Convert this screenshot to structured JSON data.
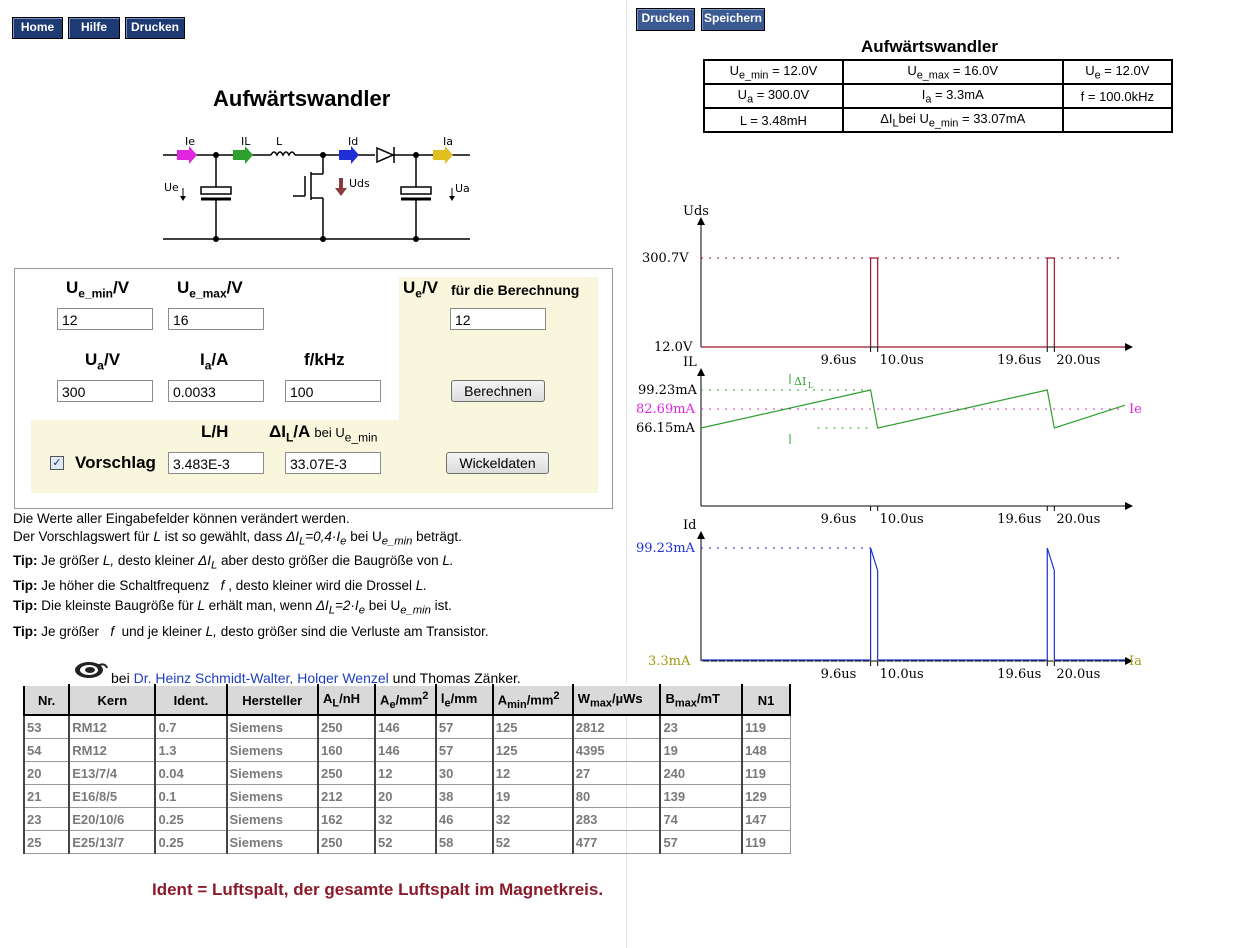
{
  "nav": {
    "home": "Home",
    "hilfe": "Hilfe",
    "drucken": "Drucken"
  },
  "nav_right": {
    "drucken": "Drucken",
    "speichern": "Speichern"
  },
  "title": "Aufwärtswandler",
  "circuit": {
    "ie": "Ie",
    "il": "IL",
    "l": "L",
    "id": "Id",
    "ia": "Ia",
    "ue": "Ue",
    "uds": "Uds",
    "ua": "Ua"
  },
  "form": {
    "ue_min_label": "U",
    "ue_min_sub": "e_min",
    "ue_min_unit": "/V",
    "ue_min_value": "12",
    "ue_max_label": "U",
    "ue_max_sub": "e_max",
    "ue_max_unit": "/V",
    "ue_max_value": "16",
    "ue_label": "U",
    "ue_sub": "e",
    "ue_unit": "/V",
    "ue_note": "für die Berechnung",
    "ue_value": "12",
    "ua_label": "U",
    "ua_sub": "a",
    "ua_unit": "/V",
    "ua_value": "300",
    "ia_label": "I",
    "ia_sub": "a",
    "ia_unit": "/A",
    "ia_value": "0.0033",
    "f_label": "f/kHz",
    "f_value": "100",
    "berechnen": "Berechnen",
    "lh_label": "L/H",
    "dil_label": "ΔI",
    "dil_sub": "L",
    "dil_unit": "/A",
    "dil_bei": "bei U",
    "dil_bei_sub": "e_min",
    "vorschlag": "Vorschlag",
    "vorschlag_checked": true,
    "l_value": "3.483E-3",
    "dil_value": "33.07E-3",
    "wickeldaten": "Wickeldaten"
  },
  "info": {
    "line1": "Die Werte aller Eingabefelder können verändert werden.",
    "line2a": "Der Vorschlagswert für",
    "line2b": "L",
    "line2c": "ist so gewählt, dass",
    "line2d": "ΔI",
    "line2e": "L",
    "line2f": "=0,4·I",
    "line2g": "e",
    "line2h": "bei U",
    "line2i": "e_min",
    "line2j": "beträgt.",
    "tip": "Tip:",
    "tip1a": "Je größer",
    "tip1b": "L,",
    "tip1c": "desto kleiner",
    "tip1d": "ΔI",
    "tip1e": "L",
    "tip1f": "aber desto größer die Baugröße von",
    "tip1g": "L.",
    "tip2a": "Je höher die Schaltfrequenz",
    "tip2b": "f",
    "tip2c": ", desto kleiner wird die Drossel",
    "tip2d": "L.",
    "tip3a": "Die kleinste Baugröße für",
    "tip3b": "L",
    "tip3c": "erhält man, wenn",
    "tip3d": "ΔI",
    "tip3e": "L",
    "tip3f": "=2·I",
    "tip3g": "e",
    "tip3h": "bei U",
    "tip3i": "e_min",
    "tip3j": "ist.",
    "tip4a": "Je größer",
    "tip4b": "f",
    "tip4c": "und je kleiner",
    "tip4d": "L,",
    "tip4e": "desto größer sind die Verluste am Transistor."
  },
  "credits": {
    "bei": "bei",
    "authors": "Dr. Heinz Schmidt-Walter, Holger Wenzel",
    "und": "und Thomas Zänker."
  },
  "table": {
    "headers": [
      "Nr.",
      "Kern",
      "Ident.",
      "Hersteller",
      "A",
      "A",
      "l",
      "A",
      "W",
      "B",
      "N1"
    ],
    "header_subs": [
      "",
      "",
      "",
      "",
      "L",
      "e",
      "e",
      "min",
      "max",
      "max",
      ""
    ],
    "header_units": [
      "",
      "",
      "",
      "",
      "/nH",
      "/mm",
      "/mm",
      "/mm",
      "/µWs",
      "/mT",
      ""
    ],
    "header_sups": [
      "",
      "",
      "",
      "",
      "",
      "2",
      "",
      "2",
      "",
      "",
      ""
    ],
    "rows": [
      [
        "53",
        "RM12",
        "0.7",
        "Siemens",
        "250",
        "146",
        "57",
        "125",
        "2812",
        "23",
        "119"
      ],
      [
        "54",
        "RM12",
        "1.3",
        "Siemens",
        "160",
        "146",
        "57",
        "125",
        "4395",
        "19",
        "148"
      ],
      [
        "20",
        "E13/7/4",
        "0.04",
        "Siemens",
        "250",
        "12",
        "30",
        "12",
        "27",
        "240",
        "119"
      ],
      [
        "21",
        "E16/8/5",
        "0.1",
        "Siemens",
        "212",
        "20",
        "38",
        "19",
        "80",
        "139",
        "129"
      ],
      [
        "23",
        "E20/10/6",
        "0.25",
        "Siemens",
        "162",
        "32",
        "46",
        "32",
        "283",
        "74",
        "147"
      ],
      [
        "25",
        "E25/13/7",
        "0.25",
        "Siemens",
        "250",
        "52",
        "58",
        "52",
        "477",
        "57",
        "119"
      ]
    ]
  },
  "footnote": "Ident = Luftspalt, der gesamte Luftspalt im Magnetkreis.",
  "result": {
    "title": "Aufwärtswandler",
    "cells": [
      [
        "U|e_min| = 12.0V",
        "U|e_max| = 16.0V",
        "U|e| = 12.0V"
      ],
      [
        "U|a| = 300.0V",
        "I|a| = 3.3mA",
        "f = 100.0kHz"
      ],
      [
        "L = 3.48mH",
        "ΔI|L|bei U|e_min| = 33.07mA",
        ""
      ]
    ]
  },
  "plots": {
    "uds": {
      "label": "Uds",
      "ymax_label": "300.7V",
      "ymin_label": "12.0V",
      "ymax": 300.7,
      "ymin": 12.0,
      "t_on": [
        9.6,
        19.6
      ],
      "t_off": [
        10.0,
        20.0
      ],
      "ticks": [
        "9.6us",
        "10.0us",
        "19.6us",
        "20.0us"
      ]
    },
    "il": {
      "label": "IL",
      "max_label": "99.23mA",
      "mean_label": "82.69mA",
      "min_label": "66.15mA",
      "max": 99.23,
      "mean": 82.69,
      "min": 66.15,
      "ie_label": "Ie",
      "dil_label": "ΔI",
      "dil_sub": "L",
      "ticks": [
        "9.6us",
        "10.0us",
        "19.6us",
        "20.0us"
      ]
    },
    "id": {
      "label": "Id",
      "max_label": "99.23mA",
      "ia_value_label": "3.3mA",
      "max": 99.23,
      "ia": 3.3,
      "ia_label": "Ia",
      "ticks": [
        "9.6us",
        "10.0us",
        "19.6us",
        "20.0us"
      ]
    },
    "colors": {
      "uds": "#a0142a",
      "il": "#2ea02e",
      "ie": "#e026e0",
      "id": "#1f2fd6",
      "ia": "#a09a10"
    }
  }
}
